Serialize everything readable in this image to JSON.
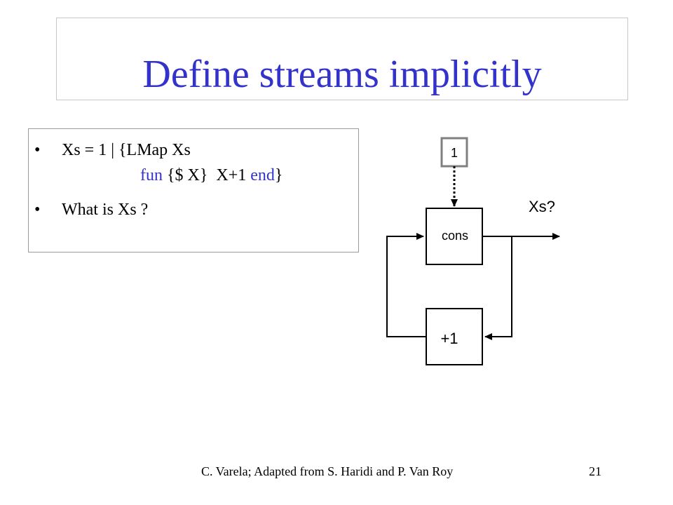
{
  "slide": {
    "title": "Define streams implicitly",
    "bullets": [
      {
        "line1": "Xs = 1 | {LMap Xs",
        "line2": {
          "fun_kw": "fun",
          "args": "{$ X}",
          "body": "X+1",
          "end_kw": "end",
          "close": "}"
        }
      },
      {
        "line1": "What is Xs ?"
      }
    ],
    "bullet_glyph": "•"
  },
  "diagram": {
    "input_box_label": "1",
    "cons_box_label": "cons",
    "increment_box_label": "+1",
    "output_label": "Xs?"
  },
  "footer": {
    "credit": "C. Varela; Adapted from S. Haridi and P. Van Roy",
    "page_number": "21"
  },
  "colors": {
    "title": "#3333cc",
    "keyword": "#3333cc",
    "text": "#000000",
    "input_box_border": "#808080"
  }
}
